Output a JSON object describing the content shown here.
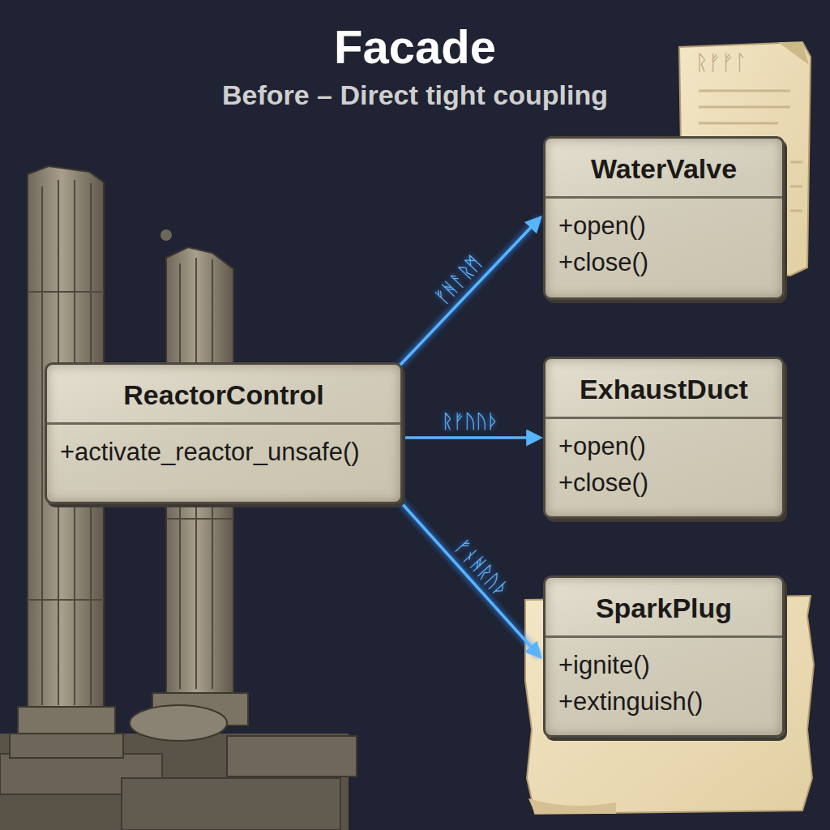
{
  "diagram": {
    "title": "Facade",
    "nodes": [
      {
        "text": [
          "ReactorControl",
          "+activate_reactor_unsafe()"
        ]
      },
      {
        "text": [
          "WaterValve",
          "+open()",
          "+close()"
        ]
      },
      {
        "text": [
          "ExhaustDuct",
          "+open()",
          "+close()"
        ]
      },
      {
        "text": [
          "SparkPlug",
          "+ignite()",
          "+extinguish()"
        ]
      }
    ],
    "edges": [
      {
        "from": 0,
        "to": 1,
        "arrow": "to",
        "label": "ᚠᚻᚨᚱᛗ"
      },
      {
        "from": 0,
        "to": 2,
        "arrow": "to",
        "label": "ᚱᚠᚢᚢᚦ"
      },
      {
        "from": 0,
        "to": 3,
        "arrow": "to",
        "label": "ᚠᚾᚻᚱᚢᚦ"
      }
    ],
    "labels": [
      "Before – Direct tight coupling",
      "ᚱᚠᚠᛚ"
    ]
  }
}
